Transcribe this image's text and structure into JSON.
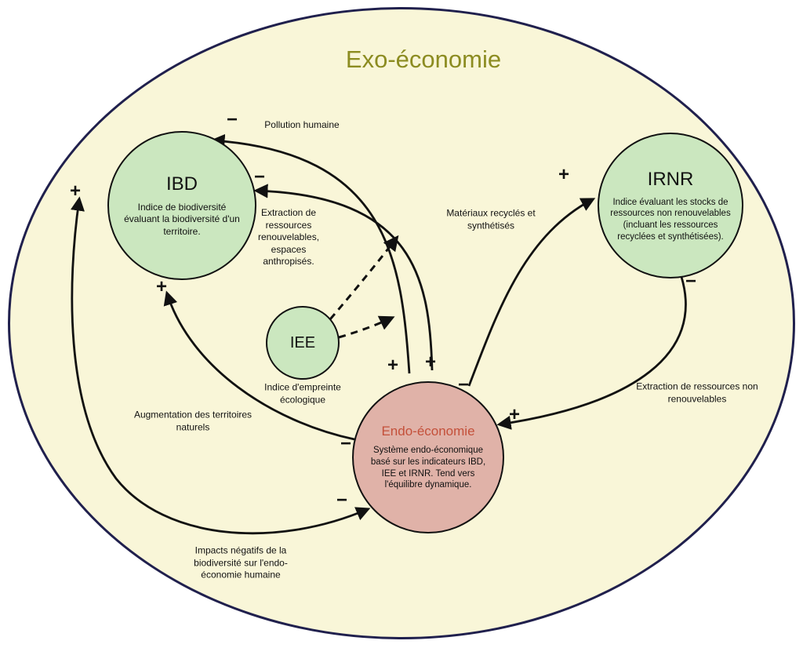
{
  "diagram": {
    "title": "Exo-économie"
  },
  "nodes": {
    "ibd": {
      "title": "IBD",
      "description": "Indice de biodiversité évaluant la biodiversité d'un territoire."
    },
    "irnr": {
      "title": "IRNR",
      "description": "Indice évaluant les stocks de ressources non renouvelables (incluant les ressources recyclées et synthétisées)."
    },
    "iee": {
      "title": "IEE",
      "caption": "Indice d'empreinte écologique"
    },
    "endo": {
      "title": "Endo-économie",
      "description": "Système endo-économique basé sur les indicateurs IBD, IEE et IRNR. Tend vers l'équilibre dynamique."
    }
  },
  "edge_labels": {
    "pollution": "Pollution humaine",
    "extraction_renouvelables": "Extraction de ressources renouvelables, espaces anthropisés.",
    "materiaux_recycles": "Matériaux recyclés et synthétisés",
    "extraction_non_renouvelables": "Extraction de ressources non renouvelables",
    "augmentation_territoires": "Augmentation des territoires naturels",
    "impacts_negatifs": "Impacts négatifs de la biodiversité sur l'endo-économie humaine"
  },
  "signs": [
    "−",
    "−",
    "+",
    "+",
    "+",
    "−",
    "+",
    "+",
    "−",
    "+",
    "−",
    "−"
  ],
  "edges": [
    {
      "from": "Endo-économie",
      "to": "IBD",
      "label": "Pollution humaine",
      "sign_at_target": "−",
      "sign_at_source": "+",
      "style": "solid"
    },
    {
      "from": "Endo-économie",
      "to": "IBD",
      "label": "Extraction de ressources renouvelables, espaces anthropisés.",
      "sign_at_target": "−",
      "sign_at_source": "+",
      "style": "solid"
    },
    {
      "from": "Endo-économie",
      "to": "IRNR",
      "label": "Matériaux recyclés et synthétisés",
      "sign_at_target": "+",
      "sign_at_source": "−",
      "style": "solid"
    },
    {
      "from": "IRNR",
      "to": "Endo-économie",
      "label": "Extraction de ressources non renouvelables",
      "sign_at_target": "+",
      "sign_at_source": "−",
      "style": "solid"
    },
    {
      "from": "Endo-économie",
      "to": "IBD",
      "label": "Augmentation des territoires naturels",
      "sign_at_target": "+",
      "sign_at_source": "−",
      "style": "solid"
    },
    {
      "from": "IBD",
      "to": "Endo-économie",
      "label": "Impacts négatifs de la biodiversité sur l'endo-économie humaine",
      "sign_at_target": "−",
      "sign_at_source": "+",
      "style": "solid"
    },
    {
      "from": "IEE",
      "to": "flux Endo-économie/IBD",
      "label": "",
      "style": "dashed"
    },
    {
      "from": "IEE",
      "to": "flux Endo-économie/IBD",
      "label": "",
      "style": "dashed"
    }
  ],
  "colors": {
    "ellipse_fill": "#f9f6d8",
    "ellipse_border": "#20204d",
    "node_green": "#cbe7bf",
    "node_pink": "#e0b2a8",
    "endo_title": "#c4503a",
    "exo_title": "#8c8c21",
    "arrow": "#111111"
  }
}
